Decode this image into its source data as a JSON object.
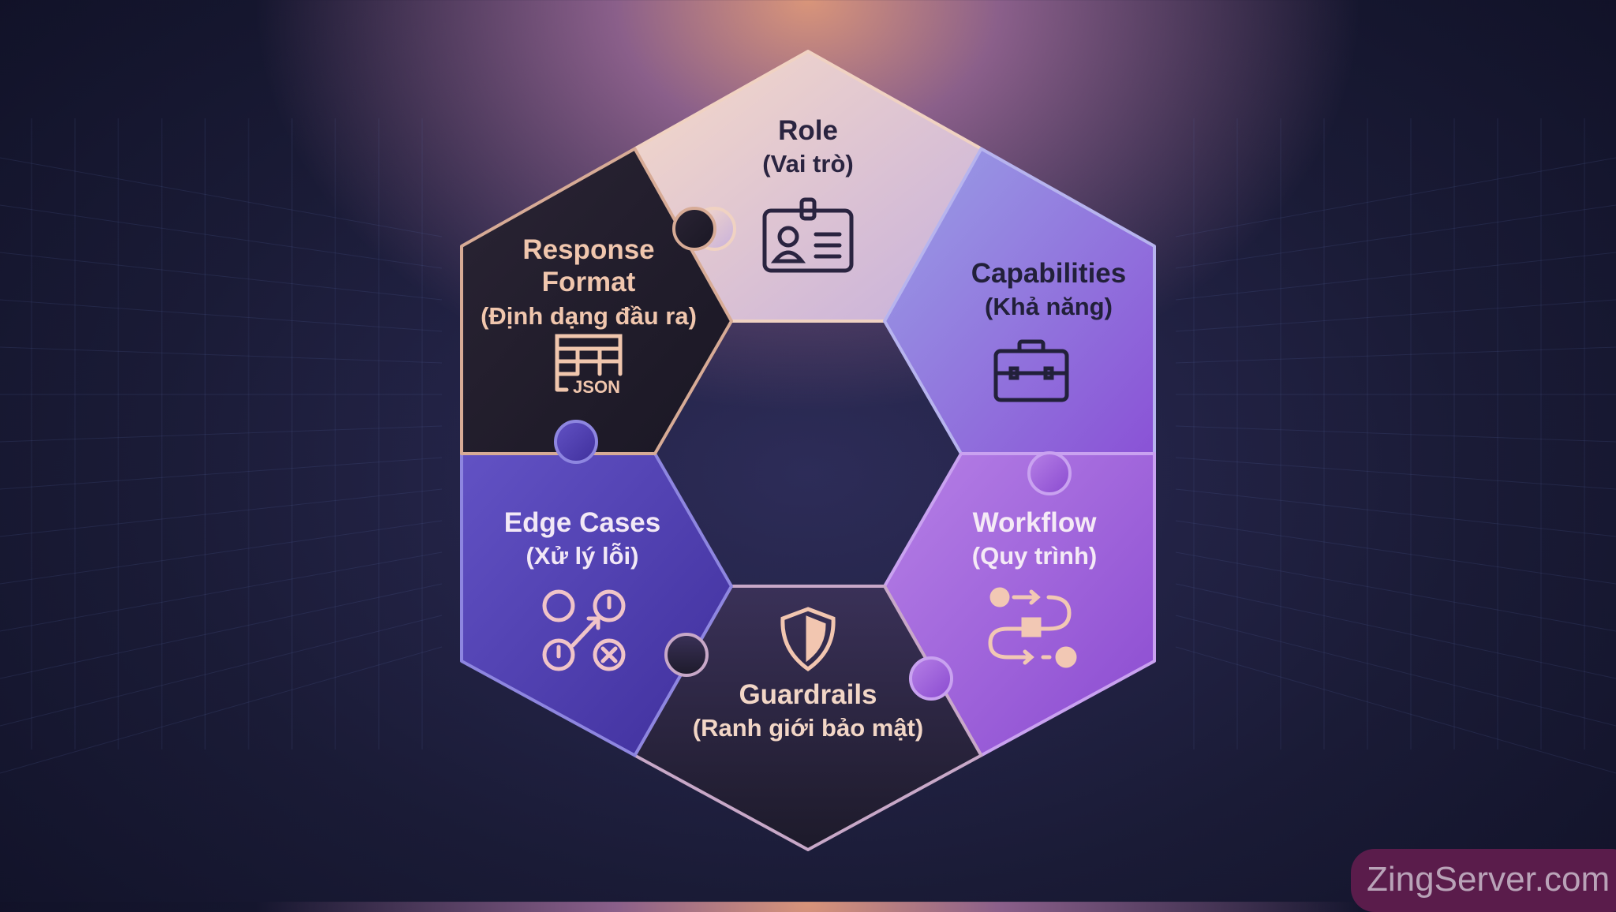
{
  "pieces": [
    {
      "id": "role",
      "title": "Role",
      "subtitle": "(Vai trò)",
      "icon": "id-badge-icon"
    },
    {
      "id": "capabilities",
      "title": "Capabilities",
      "subtitle": "(Khả năng)",
      "icon": "briefcase-icon"
    },
    {
      "id": "workflow",
      "title": "Workflow",
      "subtitle": "(Quy trình)",
      "icon": "workflow-icon"
    },
    {
      "id": "guardrails",
      "title": "Guardrails",
      "subtitle": "(Ranh giới bảo mật)",
      "icon": "shield-icon"
    },
    {
      "id": "edge_cases",
      "title": "Edge Cases",
      "subtitle": "(Xử lý lỗi)",
      "icon": "error-handling-icon"
    },
    {
      "id": "response_format",
      "title": "Response",
      "title2": "Format",
      "subtitle": "(Định dạng đầu ra)",
      "icon": "json-table-icon",
      "icon_text": "JSON"
    }
  ],
  "colors": {
    "background": "#1a1b36",
    "glow": "#d9957a",
    "role": "#f1d0c0",
    "capabilities": "#9a90e0",
    "workflow": "#a463dc",
    "guardrails": "#262236",
    "edge_cases": "#5846b8",
    "response_format": "#211d2b"
  },
  "watermark": "ZingServer.com"
}
